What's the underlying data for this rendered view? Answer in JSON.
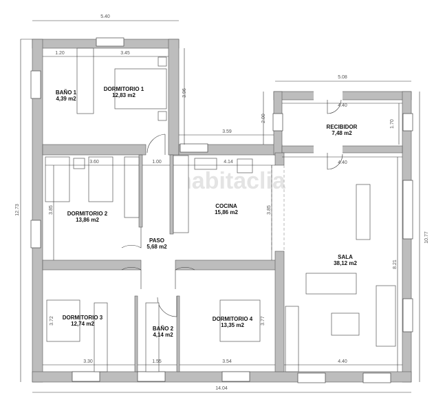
{
  "watermark": "habitaclia",
  "rooms": {
    "bano1": {
      "name": "BAÑO 1",
      "area": "4,39 m2"
    },
    "dormitorio1": {
      "name": "DORMITORIO 1",
      "area": "12,83 m2"
    },
    "recibidor": {
      "name": "RECIBIDOR",
      "area": "7,48 m2"
    },
    "dormitorio2": {
      "name": "DORMITORIO 2",
      "area": "13,86 m2"
    },
    "cocina": {
      "name": "COCINA",
      "area": "15,86 m2"
    },
    "paso": {
      "name": "PASO",
      "area": "5,68 m2"
    },
    "sala": {
      "name": "SALA",
      "area": "38,12 m2"
    },
    "dormitorio3": {
      "name": "DORMITORIO 3",
      "area": "12,74 m2"
    },
    "bano2": {
      "name": "BAÑO 2",
      "area": "4,14 m2"
    },
    "dormitorio4": {
      "name": "DORMITORIO 4",
      "area": "13,35 m2"
    }
  },
  "dimensions": {
    "top_left_width": "5.40",
    "bano1_width": "1.20",
    "dorm1_width": "3.45",
    "dorm1_depth": "3.96",
    "recibidor_outer_width": "5.08",
    "recibidor_height": "2.00",
    "corridor_3_59": "3.59",
    "recibidor_inner_width": "4.40",
    "recibidor_depth": "1.70",
    "sala_width": "4.40",
    "dorm2_width": "3.60",
    "paso_width": "1.00",
    "cocina_width": "4.14",
    "dorm2_depth": "3.85",
    "cocina_depth": "3.85",
    "total_height": "12.73",
    "right_height": "10.77",
    "sala_depth": "8.21",
    "dorm3_width": "3.30",
    "bano2_width": "1.55",
    "dorm4_width": "3.54",
    "sala_bottom_width": "4.40",
    "dorm3_depth": "3.72",
    "dorm4_depth": "3.77",
    "total_width": "14.04"
  }
}
